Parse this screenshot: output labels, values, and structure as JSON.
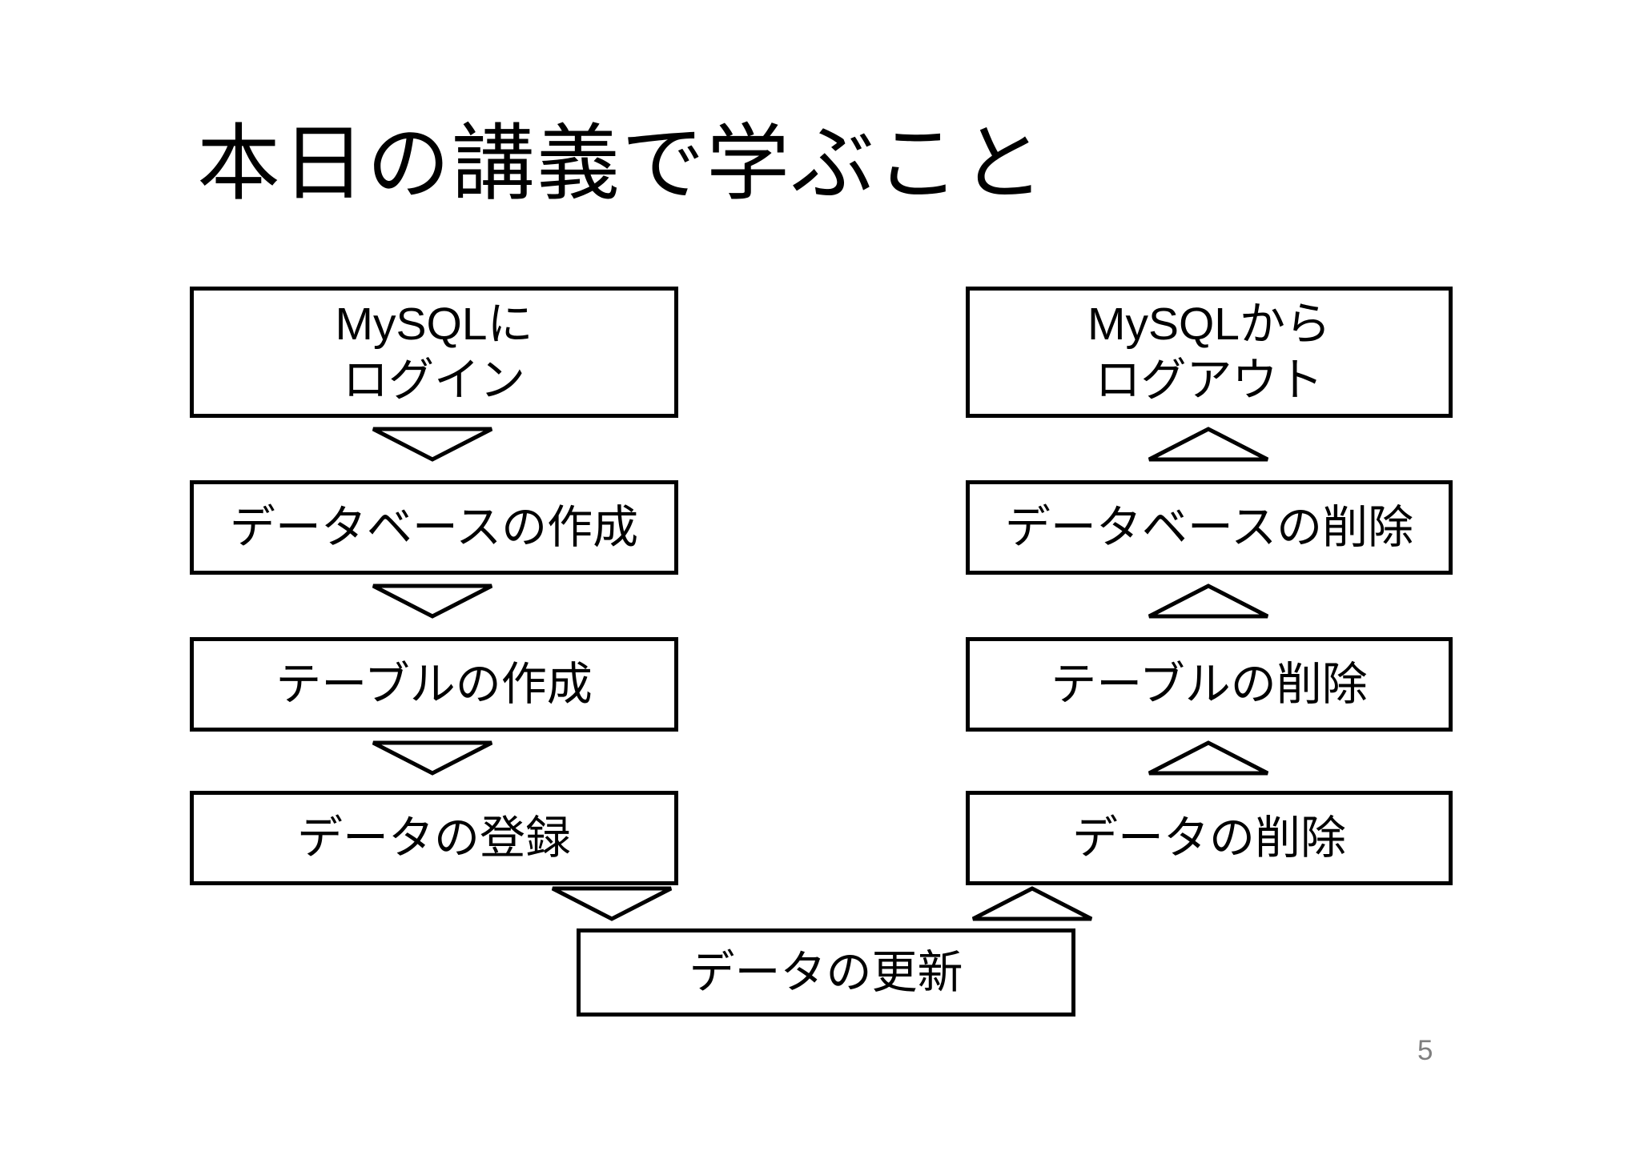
{
  "slide": {
    "title": "本日の講義で学ぶこと",
    "page_number": "5",
    "left_flow": {
      "direction": "top-to-bottom",
      "connector_icon": "down-triangle",
      "boxes": [
        {
          "line1": "MySQLに",
          "line2": "ログイン"
        },
        {
          "line1": "データベースの作成"
        },
        {
          "line1": "テーブルの作成"
        },
        {
          "line1": "データの登録"
        }
      ]
    },
    "right_flow": {
      "direction": "bottom-to-top",
      "connector_icon": "up-triangle",
      "boxes": [
        {
          "line1": "MySQLから",
          "line2": "ログアウト"
        },
        {
          "line1": "データベースの削除"
        },
        {
          "line1": "テーブルの削除"
        },
        {
          "line1": "データの削除"
        }
      ]
    },
    "center_box": {
      "line1": "データの更新"
    },
    "colors": {
      "background": "#ffffff",
      "box_fill": "#ffffff",
      "box_border": "#000000",
      "text": "#000000",
      "page_number": "#7f7f7f"
    }
  }
}
